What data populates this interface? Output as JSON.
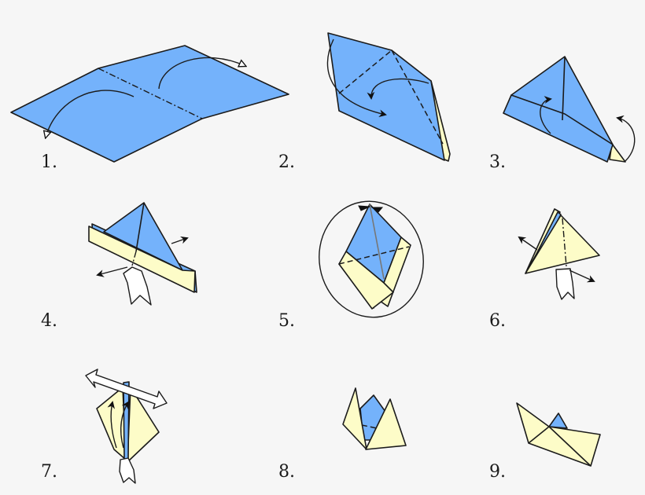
{
  "diagram": {
    "type": "origami instructions",
    "subject": "paper boat folding sequence",
    "colors": {
      "background": "#f6f6f6",
      "paper_front": "#74b2fb",
      "paper_back": "#fdfcc8",
      "outline": "#1b1b1b"
    },
    "steps": [
      {
        "number": 1,
        "label": "1.",
        "description": "Sheet with dash-dot valley fold line; both halves folded down (open-head arrows)"
      },
      {
        "number": 2,
        "label": "2.",
        "description": "Folded sheet with two dashed diagonal fold lines; corners folded to the center (solid arrows)"
      },
      {
        "number": 3,
        "label": "3.",
        "description": "Triangle with bottom strip folded up on front and back"
      },
      {
        "number": 4,
        "label": "4.",
        "description": "Hat shape; pull sides apart (push from below)"
      },
      {
        "number": 5,
        "label": "5.",
        "description": "Diamond shape; fold bottom corners up on both sides along dashed line"
      },
      {
        "number": 6,
        "label": "6.",
        "description": "Triangle; pull sides apart (push from below)"
      },
      {
        "number": 7,
        "label": "7.",
        "description": "Diamond; pull top flaps outward (white double arrow)"
      },
      {
        "number": 8,
        "label": "8.",
        "description": "Crown shape opening up"
      },
      {
        "number": 9,
        "label": "9.",
        "description": "Finished paper boat"
      }
    ]
  }
}
